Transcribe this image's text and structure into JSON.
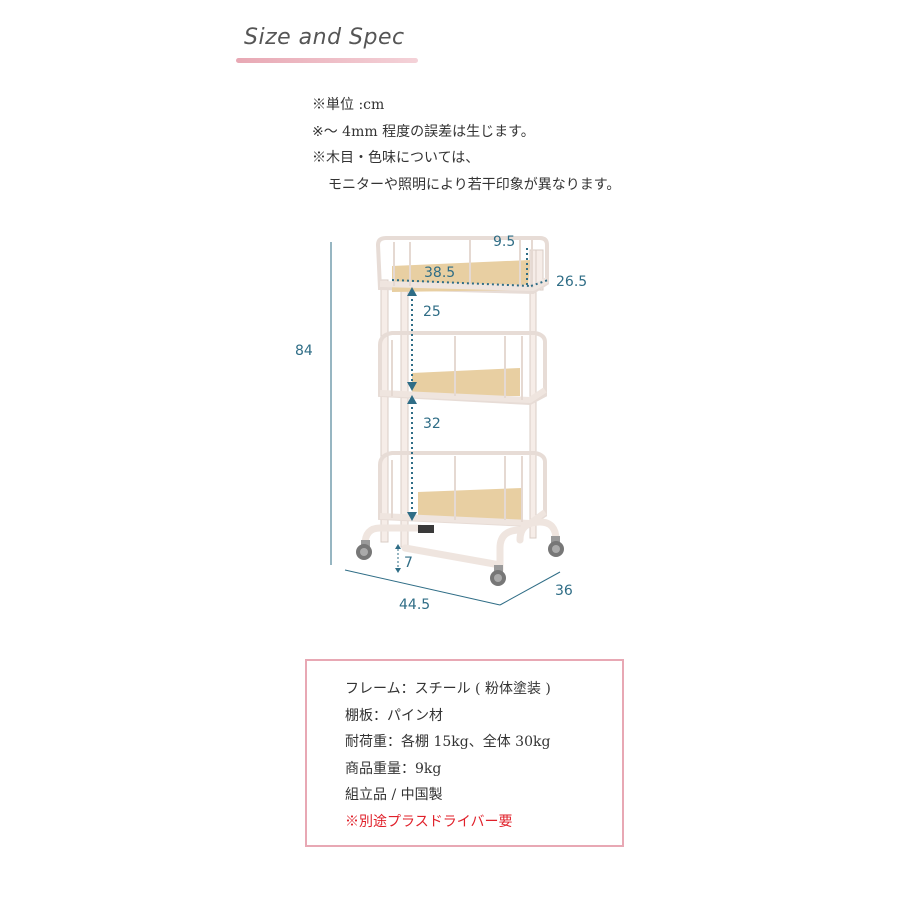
{
  "heading": {
    "title": "Size and Spec"
  },
  "colors": {
    "accent_pink": "#e8a8b4",
    "dimension_blue": "#2f6d86",
    "warning_red": "#e0202a",
    "frame_cream": "#f6ede8",
    "shelf_wood": "#e8cfa2"
  },
  "notes": [
    "※単位 :cm",
    "※～ 4mm 程度の誤差は生じます。",
    "※木目・色味については、",
    "モニターや照明により若干印象が異なります。"
  ],
  "dimensions": {
    "total_height": "84",
    "basket_depth": "9.5",
    "inner_width": "38.5",
    "top_depth": "26.5",
    "gap_top": "25",
    "gap_middle": "32",
    "floor_clearance": "7",
    "overall_width": "44.5",
    "overall_depth": "36"
  },
  "specs": [
    {
      "text": "フレーム：スチール ( 粉体塗装 )",
      "warning": false
    },
    {
      "text": "棚板：パイン材",
      "warning": false
    },
    {
      "text": "耐荷重：各棚 15kg、全体 30kg",
      "warning": false
    },
    {
      "text": "商品重量：9kg",
      "warning": false
    },
    {
      "text": "組立品 / 中国製",
      "warning": false
    },
    {
      "text": "※別途プラスドライバー要",
      "warning": true
    }
  ]
}
